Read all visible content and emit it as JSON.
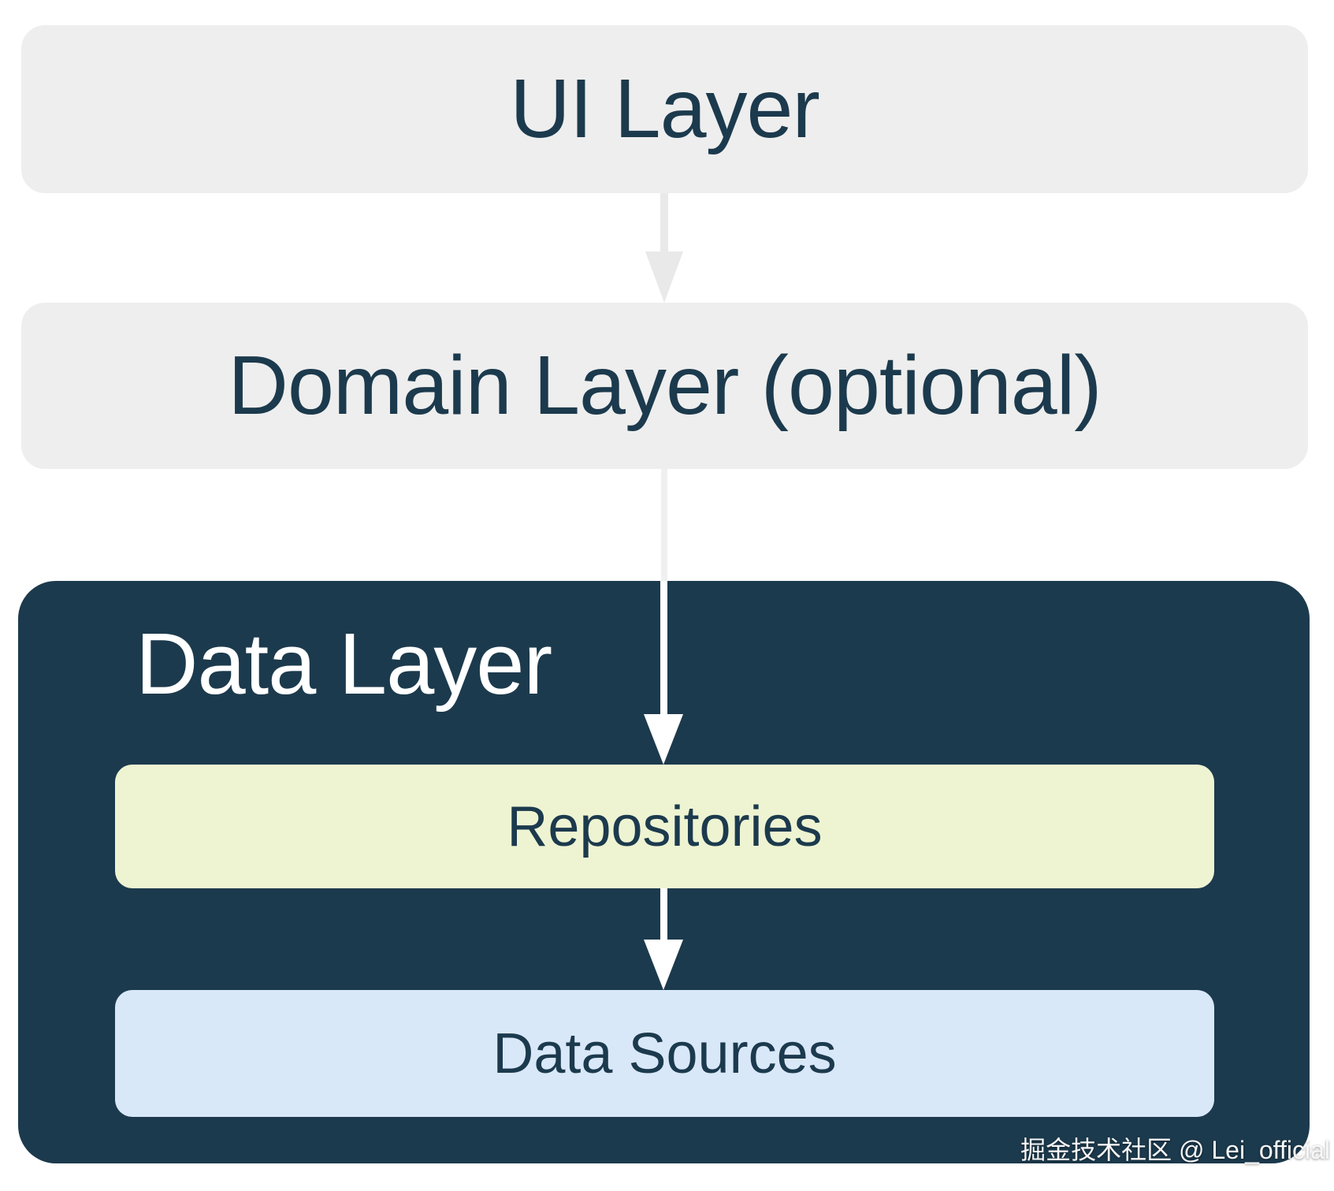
{
  "colors": {
    "background": "#FFFFFF",
    "box_gray": "#EEEEEE",
    "navy": "#1C3A4D",
    "text_navy": "#1C3A4D",
    "repo_green": "#EEF4D2",
    "source_blue": "#D9E8F9",
    "arrow_gray": "#E9E9E9",
    "arrow_gray_faint": "#F0F0F0",
    "arrow_white": "#FFFFFF",
    "watermark_color": "#F7F7F7"
  },
  "diagram": {
    "ui_layer": {
      "label": "UI Layer"
    },
    "domain_layer": {
      "label": "Domain Layer (optional)"
    },
    "data_layer": {
      "label": "Data Layer",
      "repositories": {
        "label": "Repositories"
      },
      "data_sources": {
        "label": "Data Sources"
      }
    }
  },
  "watermark": {
    "text": "掘金技术社区 @ Lei_official"
  }
}
